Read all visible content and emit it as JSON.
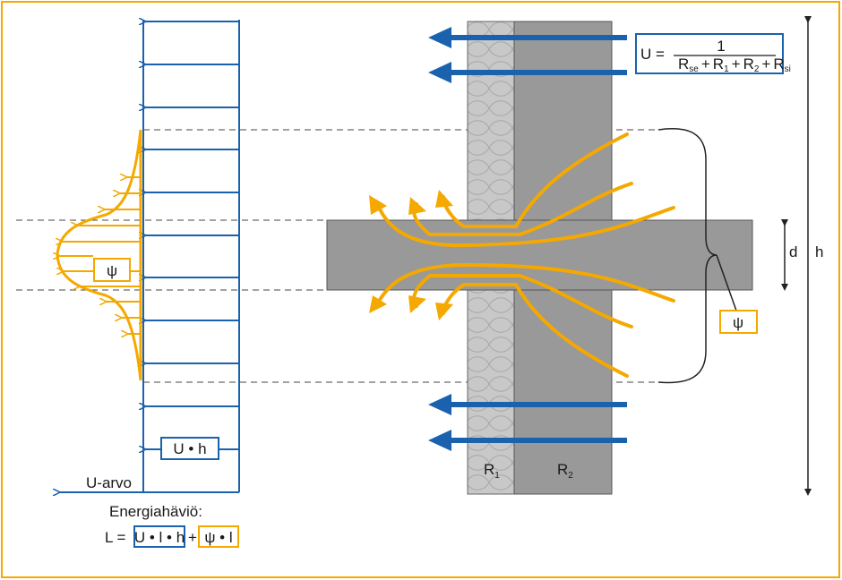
{
  "colors": {
    "frame": "#f5a800",
    "blue": "#1a62ae",
    "orange": "#f5a800",
    "wall_gray": "#999999",
    "insulation_gray": "#c8c8c8",
    "slab_gray": "#999999",
    "line": "#222222"
  },
  "left_diagram": {
    "psi_label": "ψ",
    "uh_label": "U • h",
    "u_arvo_label": "U-arvo",
    "energy_title": "Energiahäviö:",
    "formula_prefix": "L =",
    "formula_blue": "U • l • h",
    "formula_plus": "+",
    "formula_orange": "ψ • l"
  },
  "right_diagram": {
    "u_formula": {
      "lhs": "U =",
      "numerator": "1",
      "terms": [
        {
          "main": "R",
          "sub": "se",
          "op": "+"
        },
        {
          "main": "R",
          "sub": "1",
          "op": "+"
        },
        {
          "main": "R",
          "sub": "2",
          "op": "+"
        },
        {
          "main": "R",
          "sub": "si",
          "op": ""
        }
      ]
    },
    "r1": {
      "main": "R",
      "sub": "1"
    },
    "r2": {
      "main": "R",
      "sub": "2"
    },
    "psi_label": "ψ",
    "d_label": "d",
    "h_label": "h"
  }
}
